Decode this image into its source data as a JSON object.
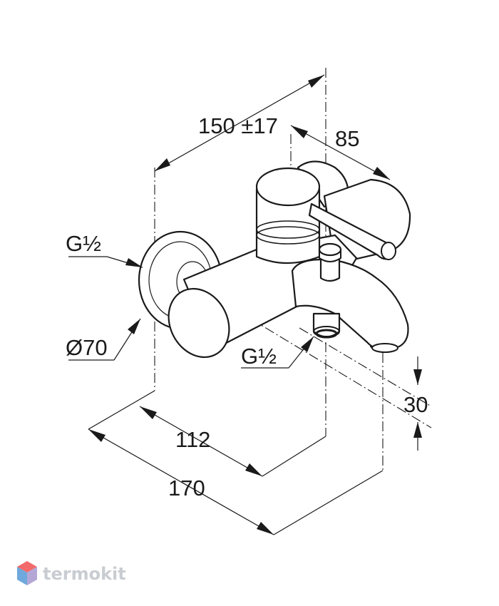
{
  "dimensions": {
    "wall_offset": "150 ±17",
    "depth_85": "85",
    "height_30": "30",
    "length_112": "112",
    "length_170": "170",
    "flange_diameter": "Ø70"
  },
  "threads": {
    "inlet": "G½",
    "outlet": "G½"
  },
  "watermark": {
    "brand": "termokit",
    "logo_colors": [
      "#f26a6a",
      "#6fa8dc",
      "#b4a7d6"
    ]
  }
}
